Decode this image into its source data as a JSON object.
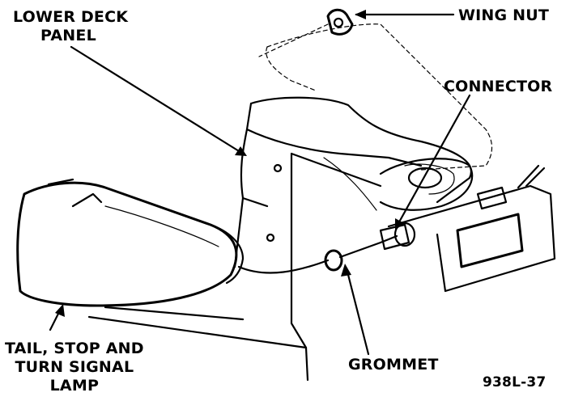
{
  "labels": {
    "lower_deck_panel": [
      "LOWER DECK",
      "PANEL"
    ],
    "wing_nut": "WING NUT",
    "connector": "CONNECTOR",
    "tail_lamp": [
      "TAIL, STOP AND",
      "TURN SIGNAL",
      "LAMP"
    ],
    "grommet": "GROMMET",
    "figure_id": "938L-37"
  },
  "colors": {
    "ink": "#000000",
    "paper": "#ffffff"
  }
}
